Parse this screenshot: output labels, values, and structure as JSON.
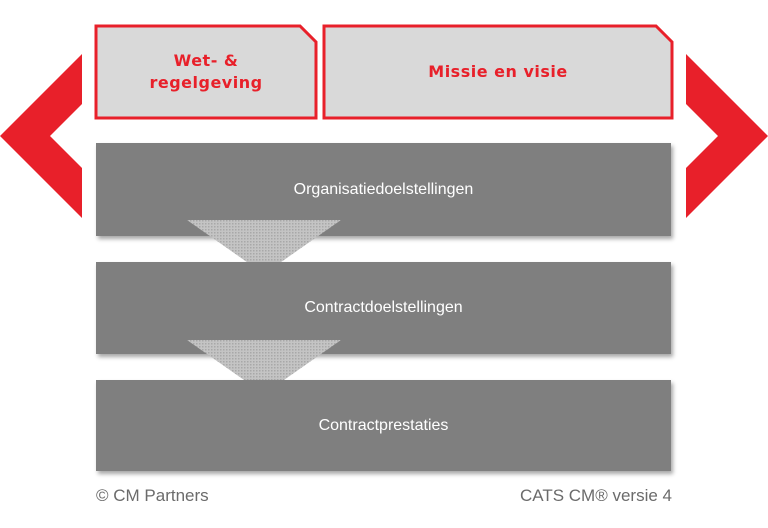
{
  "colors": {
    "accent": "#e8202a",
    "tab_fill": "#d9d9d9",
    "box_fill": "#7f7f7f",
    "chevron_fill": "#bfbfbf",
    "text_white": "#ffffff",
    "footer_text": "#6b6b6b"
  },
  "top_tabs": {
    "law": "Wet- &\nregelgeving",
    "mission": "Missie en visie"
  },
  "hierarchy": {
    "level1": "Organisatiedoelstellingen",
    "level2": "Contractdoelstellingen",
    "level3": "Contractprestaties"
  },
  "footer": {
    "copyright": "© CM Partners",
    "version": "CATS CM® versie 4"
  },
  "icons": {
    "left": "left-arrow-icon",
    "right": "right-arrow-icon"
  }
}
